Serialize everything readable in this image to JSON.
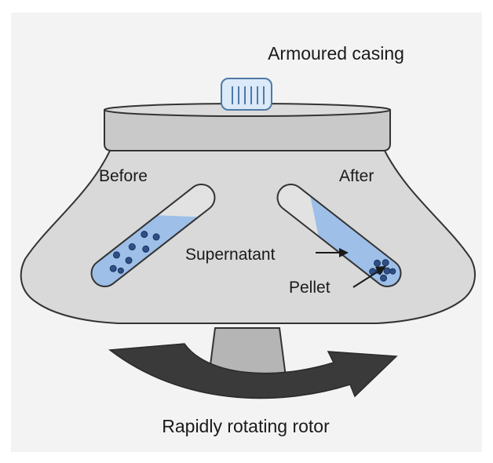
{
  "labels": {
    "casing": "Armoured casing",
    "before": "Before",
    "after": "After",
    "supernatant": "Supernatant",
    "pellet": "Pellet",
    "rotor": "Rapidly rotating rotor"
  },
  "colors": {
    "background": "#f3f3f3",
    "body_fill": "#d9d9d9",
    "lid_fill": "#c9c9c9",
    "outline": "#333333",
    "liquid": "#9dbfe8",
    "particle": "#2f4f86",
    "arrow": "#3a3a3a",
    "handle_fill": "#dbe9f8",
    "handle_stroke": "#4f79a8"
  },
  "icons": {
    "lid_handle": "handle-icon",
    "rotation_arrow": "rotation-arrow-icon"
  }
}
